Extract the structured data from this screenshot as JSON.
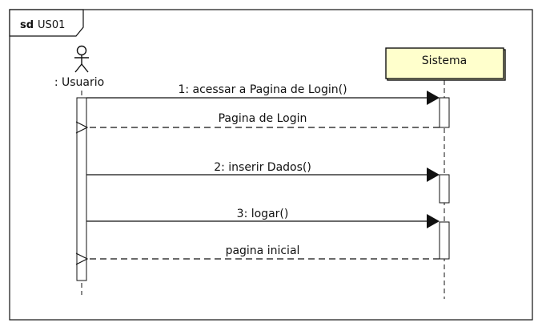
{
  "frame": {
    "keyword": "sd",
    "name": "US01"
  },
  "lifelines": [
    {
      "id": "usuario",
      "label": ": Usuario",
      "kind": "actor"
    },
    {
      "id": "sistema",
      "label": "Sistema",
      "kind": "object",
      "fill": "#ffffcc"
    }
  ],
  "messages": [
    {
      "label": "1: acessar a Pagina de Login()",
      "type": "sync"
    },
    {
      "label": "Pagina de Login",
      "type": "return"
    },
    {
      "label": "2: inserir Dados()",
      "type": "sync"
    },
    {
      "label": "3: logar()",
      "type": "sync"
    },
    {
      "label": "pagina inicial",
      "type": "return"
    }
  ]
}
